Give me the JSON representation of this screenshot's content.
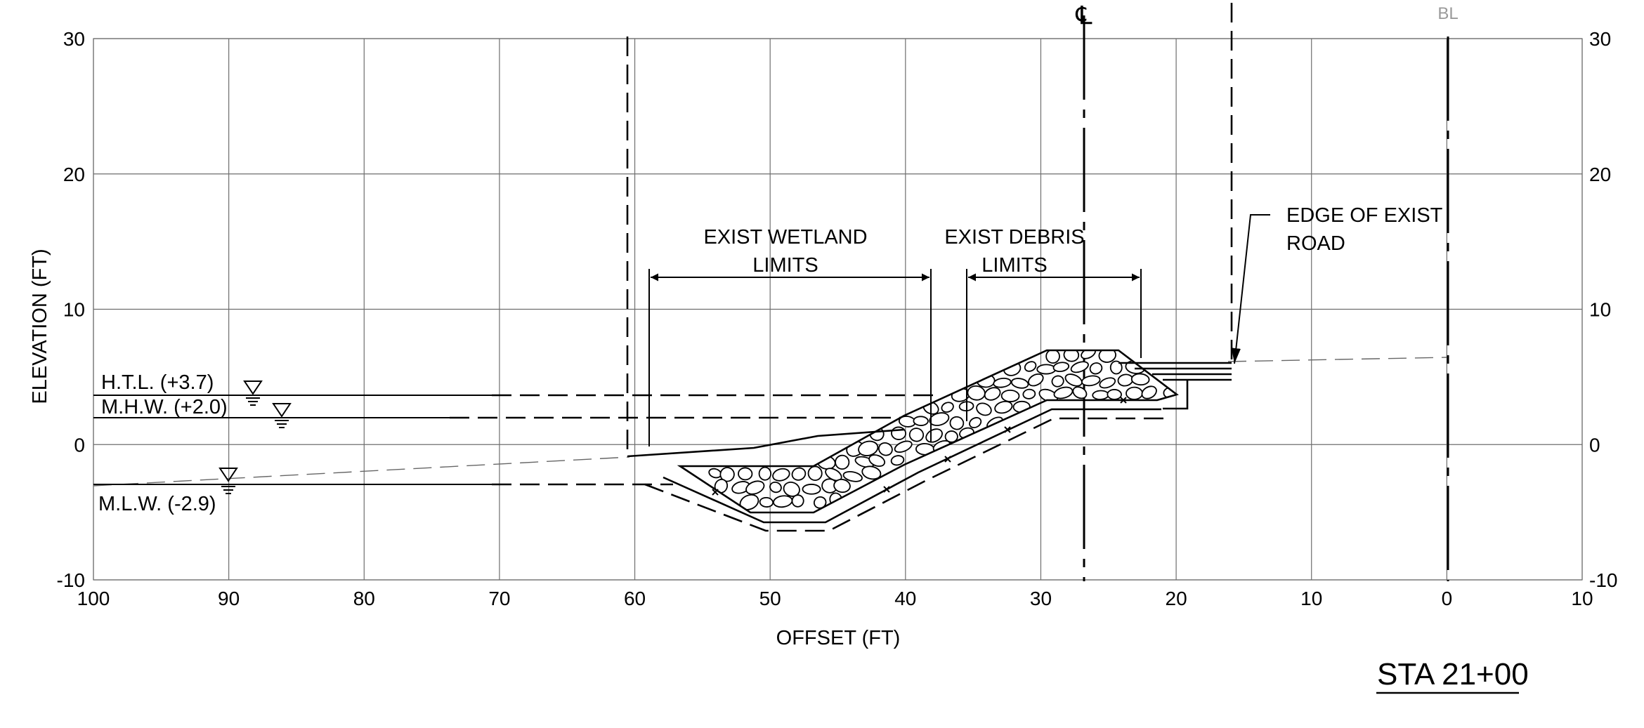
{
  "axes": {
    "x_label": "OFFSET (FT)",
    "y_label": "ELEVATION (FT)",
    "x_ticks": [
      "100",
      "90",
      "80",
      "70",
      "60",
      "50",
      "40",
      "30",
      "20",
      "10",
      "0",
      "10"
    ],
    "y_ticks": [
      "30",
      "20",
      "10",
      "0",
      "-10"
    ],
    "x_range": [
      100,
      -10
    ],
    "y_range": [
      -10,
      30
    ]
  },
  "water_levels": [
    {
      "label": "H.T.L. (+3.7)",
      "elevation": 3.7
    },
    {
      "label": "M.H.W. (+2.0)",
      "elevation": 2.0
    },
    {
      "label": "M.L.W. (-2.9)",
      "elevation": -2.9
    }
  ],
  "annotations": {
    "wetland": {
      "line1": "EXIST WETLAND",
      "line2": "LIMITS",
      "from_offset": 59,
      "to_offset": 38
    },
    "debris": {
      "line1": "EXIST DEBRIS",
      "line2": "LIMITS",
      "from_offset": 36,
      "to_offset": 23
    },
    "road_edge": {
      "line1": "EDGE OF EXIST",
      "line2": "ROAD",
      "offset": 16
    }
  },
  "centerline_symbol": "℄",
  "baseline_symbol": "BL",
  "station_title": "STA 21+00",
  "colors": {
    "line": "#000000",
    "grid": "#6e6e6e",
    "ground": "#666666",
    "baseline_symbol": "#9a9a9a"
  }
}
